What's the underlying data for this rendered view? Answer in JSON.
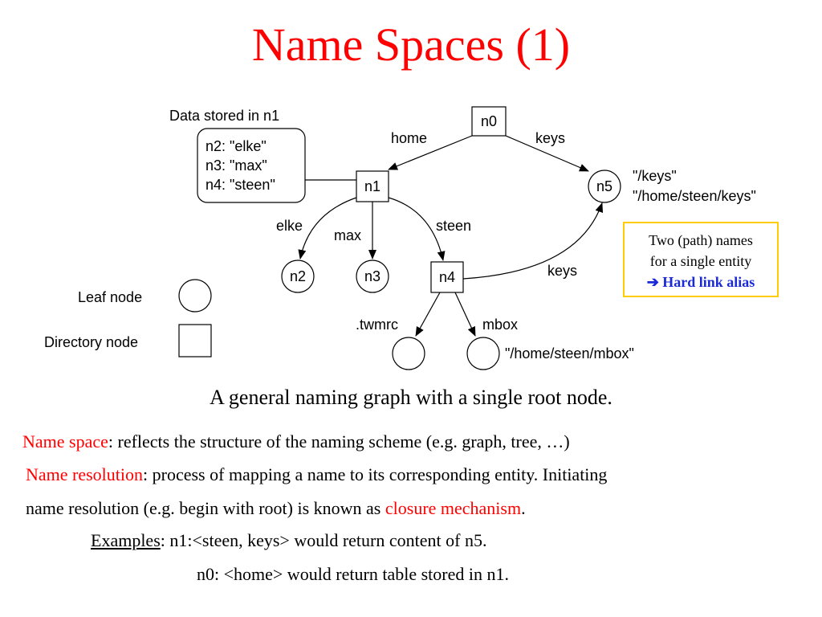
{
  "title": "Name Spaces (1)",
  "diagram": {
    "data_box_title": "Data stored in n1",
    "data_entries": [
      "n2: \"elke\"",
      "n3: \"max\"",
      "n4: \"steen\""
    ],
    "nodes": {
      "n0": "n0",
      "n1": "n1",
      "n2": "n2",
      "n3": "n3",
      "n4": "n4",
      "n5": "n5"
    },
    "edges": {
      "home": "home",
      "keys_top": "keys",
      "elke": "elke",
      "max": "max",
      "steen": "steen",
      "keys_n4": "keys",
      "twmrc": ".twmrc",
      "mbox": "mbox"
    },
    "n5_names": [
      "\"/keys\"",
      "\"/home/steen/keys\""
    ],
    "mbox_name": "\"/home/steen/mbox\"",
    "legend": {
      "leaf": "Leaf node",
      "directory": "Directory node"
    }
  },
  "note": {
    "line1": "Two (path) names",
    "line2": "for a single entity",
    "arrow": "➔",
    "alias": "Hard link alias"
  },
  "caption": "A general naming graph with a single root node.",
  "paragraphs": {
    "ns_term": "Name space",
    "ns_text": ": reflects the structure of the naming scheme (e.g. graph, tree, …)",
    "nr_term": "Name resolution",
    "nr_text": ": process of mapping a name to its corresponding entity. Initiating",
    "nr_line2": "name resolution (e.g. begin with root) is known as ",
    "closure": "closure mechanism",
    "period": ".",
    "ex_label": "Examples",
    "ex1": ": n1:<steen, keys> would return content of n5.",
    "ex2": "n0: <home> would return table stored in n1."
  }
}
